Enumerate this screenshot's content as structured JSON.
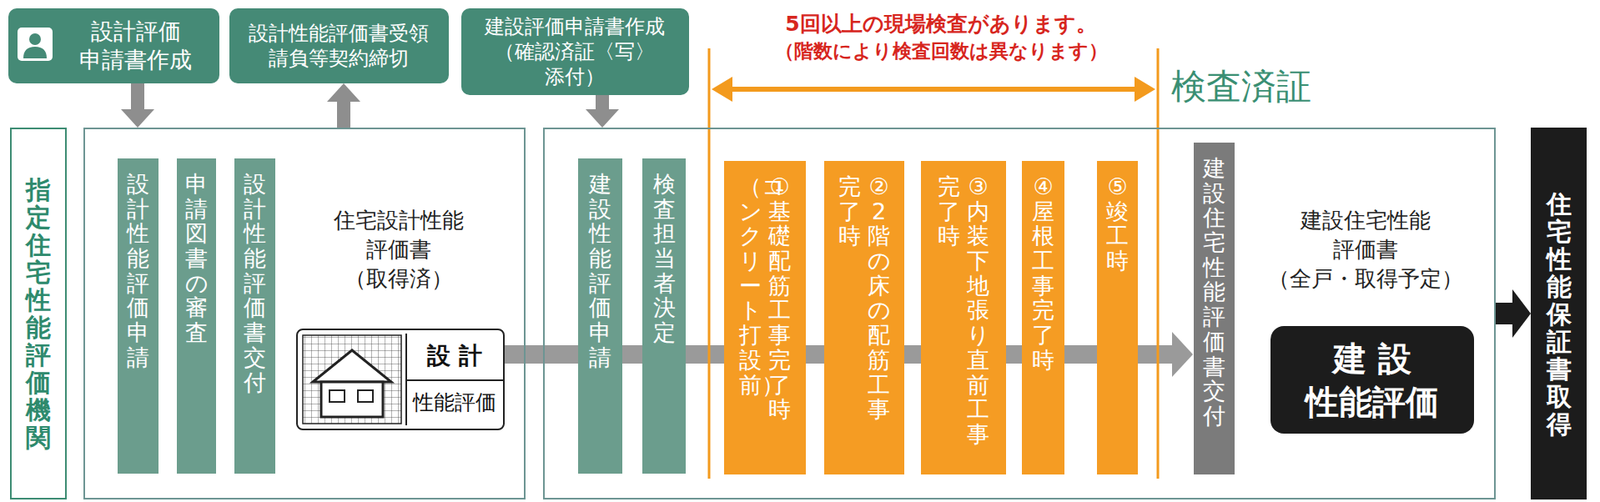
{
  "diagram": {
    "nodes": [
      {
        "text": [
          "設計評価 申請書作成"
        ]
      },
      {
        "text": [
          "設計性能評価書受領 請負等契約締切"
        ]
      },
      {
        "text": [
          "建設評価申請書作成 （確認済証〈写〉添付）"
        ]
      },
      {
        "text": [
          "指定住宅性能評価機関"
        ]
      },
      {
        "text": [
          "住宅設計性能 評価書",
          "（取得済）"
        ]
      },
      {
        "text": [
          "設計性能評価申請"
        ],
        "in": 4
      },
      {
        "text": [
          "申請図書の審査"
        ],
        "in": 4
      },
      {
        "text": [
          "設計性能評価書交付"
        ],
        "in": 4
      },
      {
        "text": [
          "設 計",
          "性能評価"
        ],
        "in": 4
      },
      {
        "text": [
          "建設住宅性能 評価書",
          "（全戸・取得予定）"
        ]
      },
      {
        "text": [
          "建設性能評価申請"
        ],
        "in": 9
      },
      {
        "text": [
          "検査担当者決定"
        ],
        "in": 9
      },
      {
        "text": [
          "①基礎配筋工事完了時",
          "（コンクリート打設前）"
        ],
        "in": 9
      },
      {
        "text": [
          "②2階の床の配筋工事",
          "完了時"
        ],
        "in": 9
      },
      {
        "text": [
          "③内装下地張り直前工事",
          "完了時"
        ],
        "in": 9
      },
      {
        "text": [
          "④屋根工事完了時"
        ],
        "in": 9
      },
      {
        "text": [
          "⑤竣工時"
        ],
        "in": 9
      },
      {
        "text": [
          "建設住宅性能評価書交付"
        ],
        "in": 9
      },
      {
        "text": [
          "建 設",
          "性能評価"
        ],
        "in": 9
      },
      {
        "text": [
          "住宅性能保証書取得"
        ]
      }
    ],
    "edges": [
      {
        "from": 0,
        "to": 4,
        "arrow": "to"
      },
      {
        "from": 4,
        "to": 1,
        "arrow": "to"
      },
      {
        "from": 2,
        "to": 9,
        "arrow": "to"
      },
      {
        "from": 9,
        "to": 19,
        "arrow": "to"
      }
    ],
    "labels": [
      "5回以上の現場検査があります。",
      "（階数により検査回数は異なります）",
      "検査済証"
    ]
  }
}
